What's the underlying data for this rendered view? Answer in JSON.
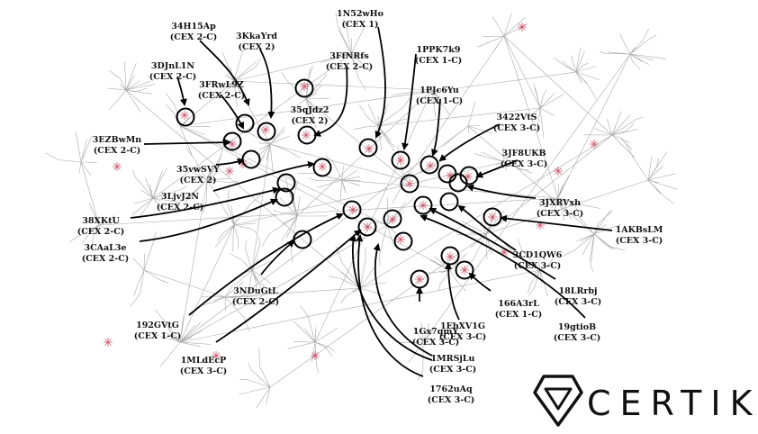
{
  "annotations": [
    {
      "id": "34H15Ap",
      "line1": "34H15Ap",
      "line2": "(CEX 2-C)"
    },
    {
      "id": "3KkaYrd",
      "line1": "3KkaYrd",
      "line2": "(CEX 2)"
    },
    {
      "id": "1N52wHo",
      "line1": "1N52wHo",
      "line2": "(CEX 1)"
    },
    {
      "id": "3DJnL1N",
      "line1": "3DJnL1N",
      "line2": "(CEX 2-C)"
    },
    {
      "id": "3FfNRfs",
      "line1": "3FfNRfs",
      "line2": "(CEX 2-C)"
    },
    {
      "id": "1PPK7k9",
      "line1": "1PPK7k9",
      "line2": "(CEX 1-C)"
    },
    {
      "id": "3FRwL9Z",
      "line1": "3FRwL9Z",
      "line2": "(CEX 2-C)"
    },
    {
      "id": "1PJc6Yu",
      "line1": "1PJc6Yu",
      "line2": "(CEX 1-C)"
    },
    {
      "id": "35qJdz2",
      "line1": "35qJdz2",
      "line2": "(CEX 2)"
    },
    {
      "id": "3422VtS",
      "line1": "3422VtS",
      "line2": "(CEX 3-C)"
    },
    {
      "id": "3EZBwMn",
      "line1": "3EZBwMn",
      "line2": "(CEX 2-C)"
    },
    {
      "id": "3JF8UKB",
      "line1": "3JF8UKB",
      "line2": "(CEX 3-C)"
    },
    {
      "id": "35vwSVY",
      "line1": "35vwSVY",
      "line2": "(CEX 2)"
    },
    {
      "id": "3LjvJ2N",
      "line1": "3LjvJ2N",
      "line2": "(CEX 2-C)"
    },
    {
      "id": "3JXRVxh",
      "line1": "3JXRVxh",
      "line2": "(CEX 3-C)"
    },
    {
      "id": "38XKtU",
      "line1": "38XKtU",
      "line2": "(CEX 2-C)"
    },
    {
      "id": "1AKBsLM",
      "line1": "1AKBsLM",
      "line2": "(CEX 3-C)"
    },
    {
      "id": "3CAaL3e",
      "line1": "3CAaL3e",
      "line2": "(CEX 2-C)"
    },
    {
      "id": "3CD1QW6",
      "line1": "3CD1QW6",
      "line2": "(CEX 3-C)"
    },
    {
      "id": "18LRrbj",
      "line1": "18LRrbj",
      "line2": "(CEX 3-C)"
    },
    {
      "id": "3NDuGtL",
      "line1": "3NDuGtL",
      "line2": "(CEX 2-C)"
    },
    {
      "id": "166A3rL",
      "line1": "166A3rL",
      "line2": "(CEX 1-C)"
    },
    {
      "id": "192GVtG",
      "line1": "192GVtG",
      "line2": "(CEX 1-C)"
    },
    {
      "id": "1EbXV1G",
      "line1": "1EbXV1G",
      "line2": "(CEX 3-C)"
    },
    {
      "id": "19gtioB",
      "line1": "19gtioB",
      "line2": "(CEX 3-C)"
    },
    {
      "id": "1Gx7qmY",
      "line1": "1Gx7qmY",
      "line2": "(CEX 3-C)"
    },
    {
      "id": "1MLdEcP",
      "line1": "1MLdEcP",
      "line2": "(CEX 3-C)"
    },
    {
      "id": "1MRSjLu",
      "line1": "1MRSjLu",
      "line2": "(CEX 3-C)"
    },
    {
      "id": "1762uAq",
      "line1": "1762uAq",
      "line2": "(CEX 3-C)"
    }
  ],
  "logo": {
    "text": "CERTIK"
  },
  "colors": {
    "edge": "#9a9a9a",
    "node": "#c0304a",
    "arrow": "#000000",
    "circle": "#000000"
  }
}
